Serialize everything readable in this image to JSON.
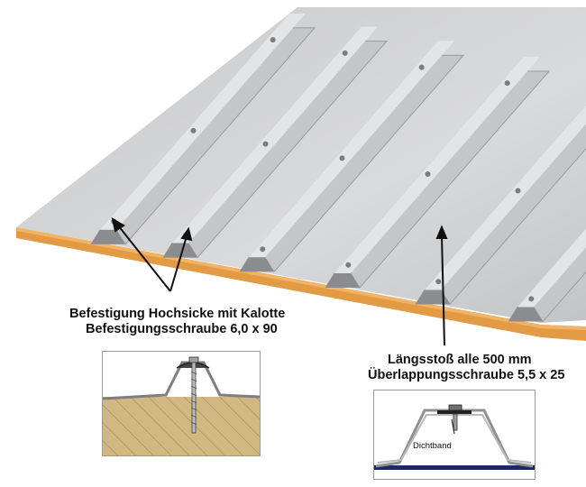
{
  "callouts": {
    "left": {
      "line1": "Befestigung Hochsicke mit Kalotte",
      "line2": "Befestigungsschraube 6,0 x 90"
    },
    "right": {
      "line1": "Längsstoß alle 500 mm",
      "line2": "Überlappungsschraube 5,5 x 25"
    }
  },
  "detail_right": {
    "seal_label": "Dichtband"
  },
  "colors": {
    "sheet_light": "#d8d9db",
    "sheet_mid": "#b9babc",
    "sheet_dark": "#8e8f92",
    "substrate": "#e8a04a",
    "substrate_edge": "#c97d2a",
    "wood": "#cbb27a",
    "seal_strip": "#1a2a5c"
  }
}
